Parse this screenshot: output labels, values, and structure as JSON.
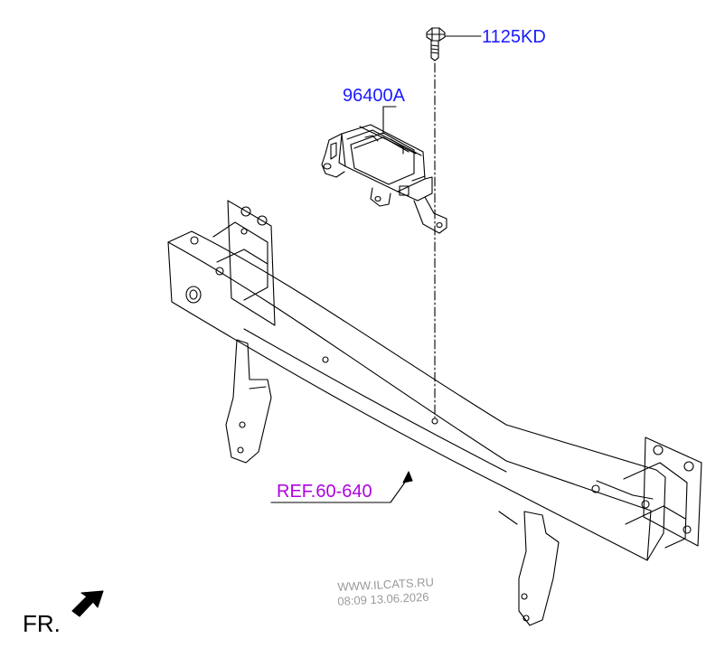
{
  "labels": {
    "bolt": "1125KD",
    "radar_unit": "96400A",
    "reference": "REF.60-640",
    "front_indicator": "FR."
  },
  "watermark": {
    "site": "WWW.ILCATS.RU",
    "timestamp": "08:09 13.06.2026"
  },
  "colors": {
    "callout_label": "#1a1aff",
    "reference_label": "#b000e0",
    "line_art": "#000000",
    "watermark": "#9a9a9a"
  },
  "icons": {
    "front_arrow": "front-direction-arrow-icon"
  }
}
